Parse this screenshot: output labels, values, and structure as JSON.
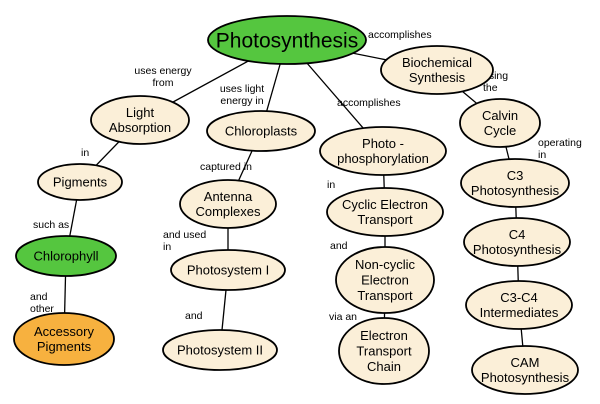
{
  "colors": {
    "title_fill": "#55c63f",
    "node_fill": "#fbefd8",
    "green_fill": "#55c63f",
    "orange_fill": "#f7b13f",
    "stroke": "#000000",
    "line": "#000000"
  },
  "nodes": {
    "photosynthesis": [
      "Photosynthesis"
    ],
    "light_absorption": [
      "Light",
      "Absorption"
    ],
    "chloroplasts": [
      "Chloroplasts"
    ],
    "photophosphorylation": [
      "Photo -",
      "phosphorylation"
    ],
    "biochemical_synthesis": [
      "Biochemical",
      "Synthesis"
    ],
    "calvin_cycle": [
      "Calvin",
      "Cycle"
    ],
    "pigments": [
      "Pigments"
    ],
    "antenna_complexes": [
      "Antenna",
      "Complexes"
    ],
    "cyclic_electron_transport": [
      "Cyclic Electron",
      "Transport"
    ],
    "c3_photosynthesis": [
      "C3",
      "Photosynthesis"
    ],
    "chlorophyll": [
      "Chlorophyll"
    ],
    "photosystem_1": [
      "Photosystem I"
    ],
    "noncyclic_electron_transport": [
      "Non-cyclic",
      "Electron",
      "Transport"
    ],
    "c4_photosynthesis": [
      "C4",
      "Photosynthesis"
    ],
    "accessory_pigments": [
      "Accessory",
      "Pigments"
    ],
    "photosystem_2": [
      "Photosystem II"
    ],
    "electron_transport_chain": [
      "Electron",
      "Transport",
      "Chain"
    ],
    "c3c4_intermediates": [
      "C3-C4",
      "Intermediates"
    ],
    "cam_photosynthesis": [
      "CAM",
      "Photosynthesis"
    ]
  },
  "edge_labels": {
    "uses_energy_from": [
      "uses energy",
      "from"
    ],
    "uses_light_energy_in": [
      "uses light",
      "energy in"
    ],
    "accomplishes_photo": [
      "accomplishes"
    ],
    "accomplishes_biochem": [
      "accomplishes"
    ],
    "using_the": [
      "using",
      "the"
    ],
    "operating_in": [
      "operating",
      "in"
    ],
    "in_pigments": [
      "in"
    ],
    "captured_in": [
      "captured in"
    ],
    "in_cyclic": [
      "in"
    ],
    "such_as": [
      "such as"
    ],
    "and_used_in": [
      "and used",
      "in"
    ],
    "and_noncyclic": [
      "and"
    ],
    "and_other": [
      "and",
      "other"
    ],
    "and_ps2": [
      "and"
    ],
    "via_an": [
      "via an"
    ]
  }
}
